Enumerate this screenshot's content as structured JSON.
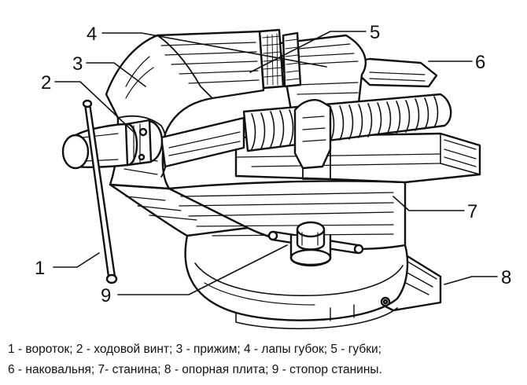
{
  "callouts": {
    "c1": "1",
    "c2": "2",
    "c3": "3",
    "c4": "4",
    "c5": "5",
    "c6": "6",
    "c7": "7",
    "c8": "8",
    "c9": "9"
  },
  "caption": {
    "line1": "1 - вороток; 2 - ходовой винт; 3 - прижим; 4 - лапы губок; 5 - губки;",
    "line2": "6 - наковальня; 7- станина; 8 - опорная плита; 9 - стопор станины."
  }
}
